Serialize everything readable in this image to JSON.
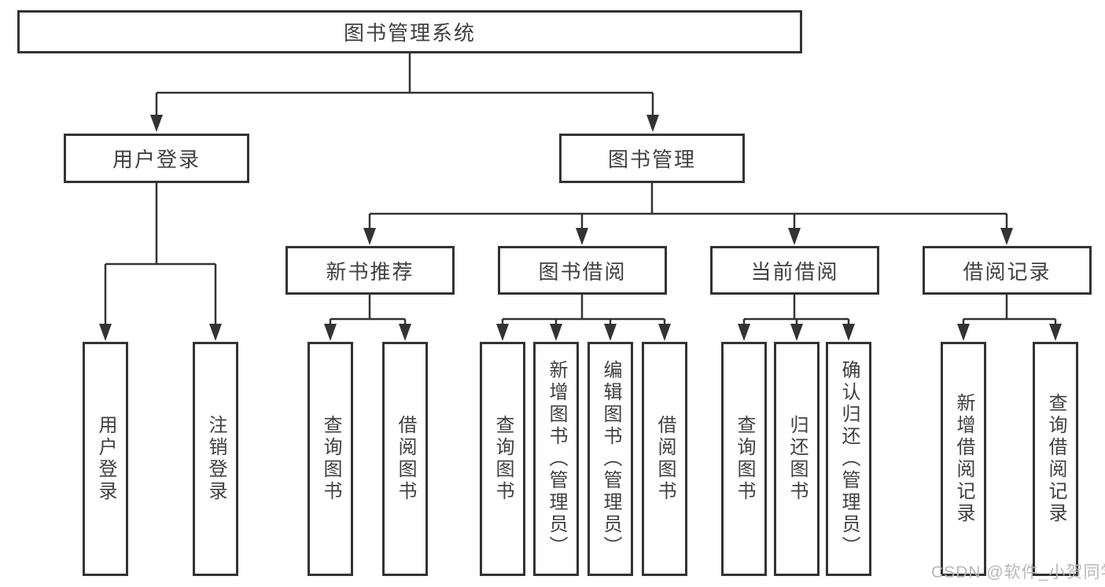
{
  "diagram_type": "hierarchy-tree",
  "colors": {
    "background": "#ffffff",
    "line": "#333333",
    "box_border": "#333333",
    "box_fill": "#ffffff",
    "text": "#404040",
    "watermark": "#b5b5b5"
  },
  "tree": {
    "label": "图书管理系统",
    "children": [
      {
        "label": "用户登录",
        "children": [
          {
            "label": "用户登录"
          },
          {
            "label": "注销登录"
          }
        ]
      },
      {
        "label": "图书管理",
        "children": [
          {
            "label": "新书推荐",
            "children": [
              {
                "label": "查询图书"
              },
              {
                "label": "借阅图书"
              }
            ]
          },
          {
            "label": "图书借阅",
            "children": [
              {
                "label": "查询图书"
              },
              {
                "label": "新增图书（管理员）"
              },
              {
                "label": "编辑图书（管理员）"
              },
              {
                "label": "借阅图书"
              }
            ]
          },
          {
            "label": "当前借阅",
            "children": [
              {
                "label": "查询图书"
              },
              {
                "label": "归还图书"
              },
              {
                "label": "确认归还（管理员）"
              }
            ]
          },
          {
            "label": "借阅记录",
            "children": [
              {
                "label": "新增借阅记录"
              },
              {
                "label": "查询借阅记录"
              }
            ]
          }
        ]
      }
    ]
  },
  "watermark": {
    "text": "CSDN @软件_小贺同学"
  }
}
